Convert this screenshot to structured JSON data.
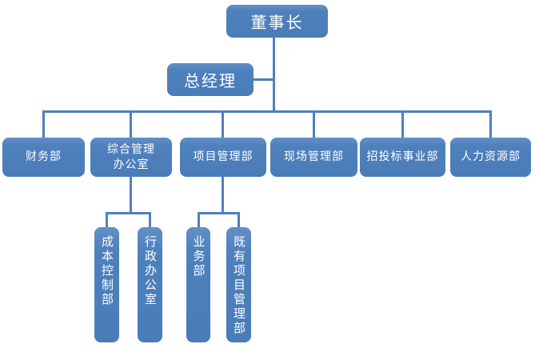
{
  "org": {
    "root": {
      "label": "董事长"
    },
    "assistant": {
      "label": "总经理"
    },
    "departments": [
      {
        "label": "财务部",
        "display": "财务部",
        "children": []
      },
      {
        "label": "综合管理办公室",
        "display": "综合管理\n办公室",
        "children": [
          {
            "label": "成本控制部"
          },
          {
            "label": "行政办公室"
          }
        ]
      },
      {
        "label": "项目管理部",
        "display": "项目管理部",
        "children": [
          {
            "label": "业务部"
          },
          {
            "label": "既有项目管理部"
          }
        ]
      },
      {
        "label": "现场管理部",
        "display": "现场管理部",
        "children": []
      },
      {
        "label": "招投标事业部",
        "display": "招投标事业部",
        "children": []
      },
      {
        "label": "人力资源部",
        "display": "人力资源部",
        "children": []
      }
    ]
  },
  "colors": {
    "background": "#ffffff",
    "box_fill": "#4e80bc",
    "box_text": "#ffffff",
    "connector": "#4e80bc"
  }
}
